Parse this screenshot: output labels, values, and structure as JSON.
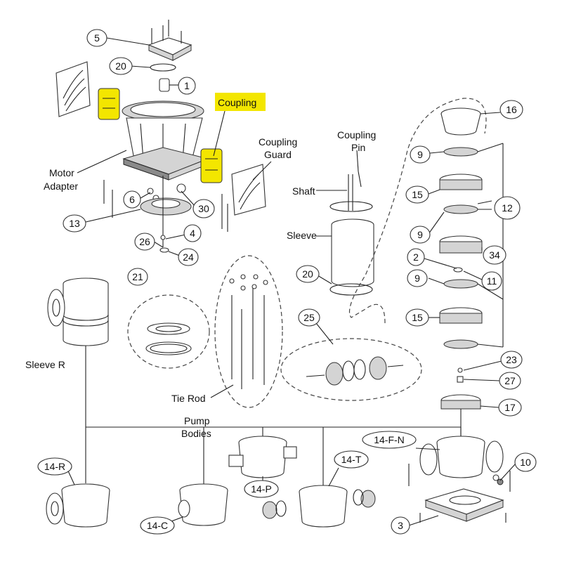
{
  "labels": {
    "coupling": "Coupling",
    "coupling_guard_1": "Coupling",
    "coupling_guard_2": "Guard",
    "coupling_pin_1": "Coupling",
    "coupling_pin_2": "Pin",
    "motor_adapter_1": "Motor",
    "motor_adapter_2": "Adapter",
    "shaft": "Shaft",
    "sleeve": "Sleeve",
    "sleeve_r": "Sleeve R",
    "tie_rod": "Tie Rod",
    "pump_bodies_1": "Pump",
    "pump_bodies_2": "Bodies"
  },
  "callouts": {
    "c5": "5",
    "c20a": "20",
    "c1": "1",
    "c6": "6",
    "c30": "30",
    "c13": "13",
    "c4": "4",
    "c26": "26",
    "c24": "24",
    "c16": "16",
    "c9a": "9",
    "c15a": "15",
    "c12": "12",
    "c9b": "9",
    "c2": "2",
    "c34": "34",
    "c9c": "9",
    "c11": "11",
    "c15b": "15",
    "c20b": "20",
    "c21": "21",
    "c25": "25",
    "c23": "23",
    "c27": "27",
    "c17": "17",
    "c14r": "14-R",
    "c14c": "14-C",
    "c14p": "14-P",
    "c14t": "14-T",
    "c14fn": "14-F-N",
    "c10": "10",
    "c3": "3"
  },
  "colors": {
    "highlight": "#f3e600",
    "line": "#222222",
    "shade": "#d4d4d4"
  }
}
